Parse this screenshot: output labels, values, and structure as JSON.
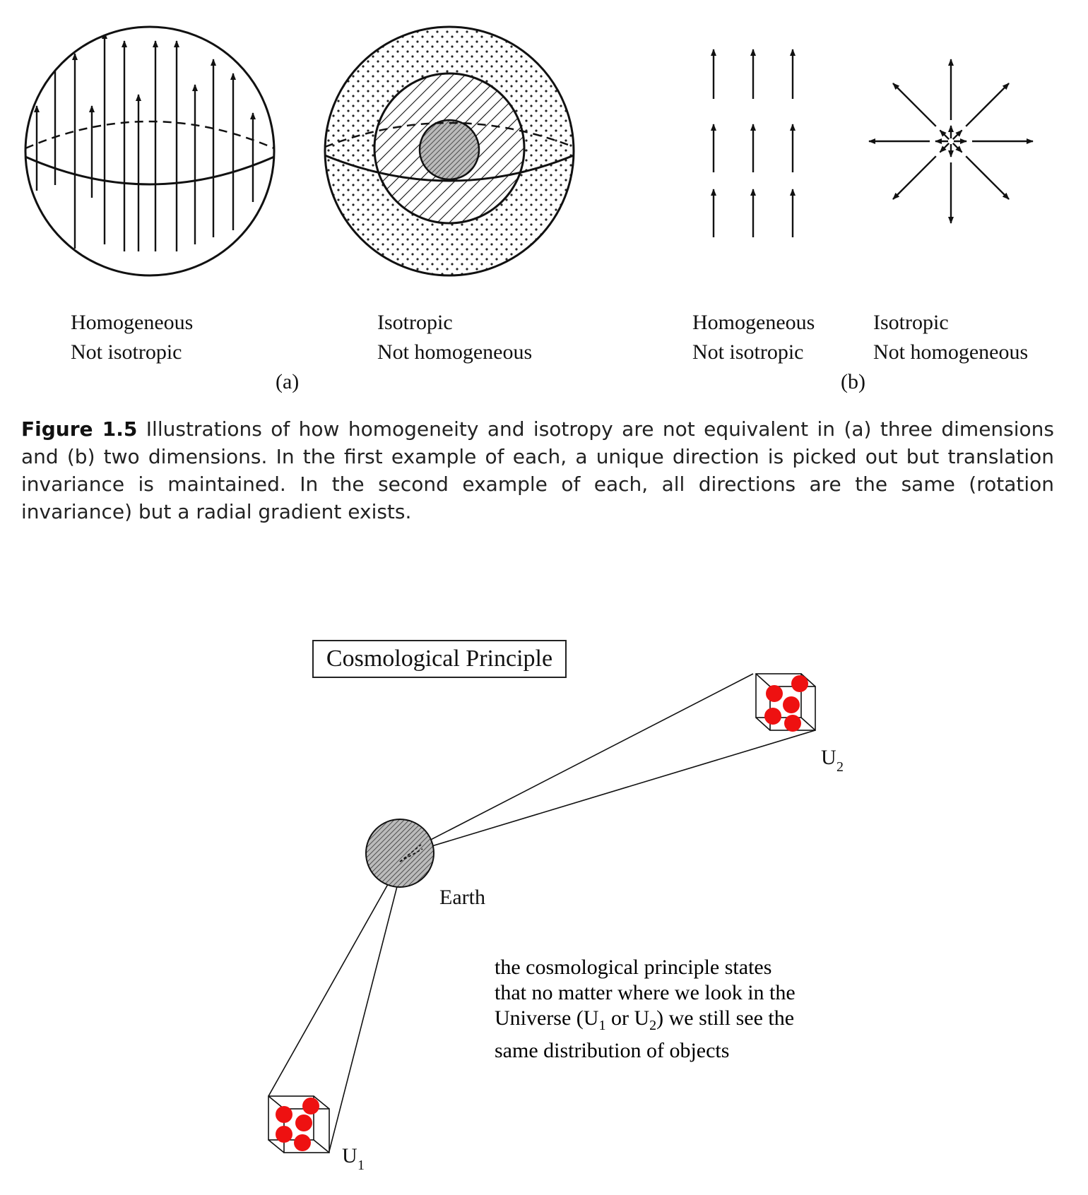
{
  "panel_a": {
    "left_label_1": "Homogeneous",
    "left_label_2": "Not isotropic",
    "right_label_1": "Isotropic",
    "right_label_2": "Not homogeneous",
    "tag": "(a)"
  },
  "panel_b": {
    "left_label_1": "Homogeneous",
    "left_label_2": "Not isotropic",
    "right_label_1": "Isotropic",
    "right_label_2": "Not homogeneous",
    "tag": "(b)"
  },
  "caption": {
    "figure_label": "Figure 1.5",
    "text": "Illustrations of how homogeneity and isotropy are not equivalent in (a) three dimensions and (b) two dimensions. In the first example of each, a unique direction is picked out but translation invariance is maintained. In the second example of each, all directions are the same (rotation invariance) but a radial gradient exists."
  },
  "cosmology": {
    "box_title": "Cosmological Principle",
    "earth_label": "Earth",
    "u1_letter": "U",
    "u1_sub": "1",
    "u2_letter": "U",
    "u2_sub": "2",
    "statement_line1": "the cosmological principle states",
    "statement_line2": "that no matter where we look in the",
    "statement_line3a": "Universe (U",
    "statement_sub1": "1",
    "statement_line3b": " or U",
    "statement_sub2": "2",
    "statement_line3c": ") we still see the",
    "statement_line4": "same distribution of objects",
    "dot_color": "#ee1111"
  }
}
